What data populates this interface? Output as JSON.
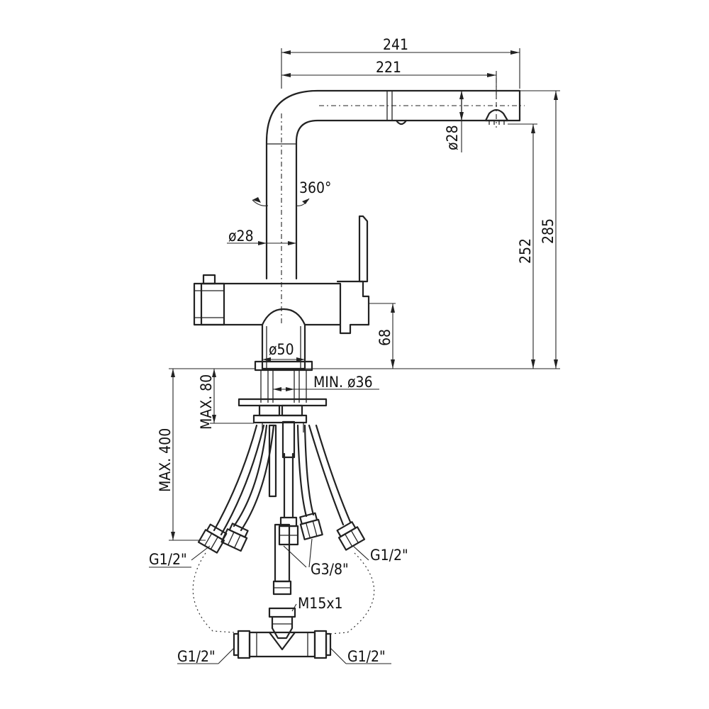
{
  "dimensions": {
    "width_total": "241",
    "width_spout": "221",
    "spout_diameter": "ø28",
    "rotation": "360°",
    "body_diameter": "ø28",
    "height_spout": "252",
    "height_total": "285",
    "body_height": "68",
    "base_diameter": "ø50",
    "hole_min": "MIN. ø36",
    "deck_max": "MAX. 80",
    "hose_max": "MAX. 400"
  },
  "connections": {
    "g12_left": "G1/2\"",
    "g38": "G3/8\"",
    "g12_right": "G1/2\"",
    "m15": "M15x1",
    "tee_left": "G1/2\"",
    "tee_right": "G1/2\""
  }
}
